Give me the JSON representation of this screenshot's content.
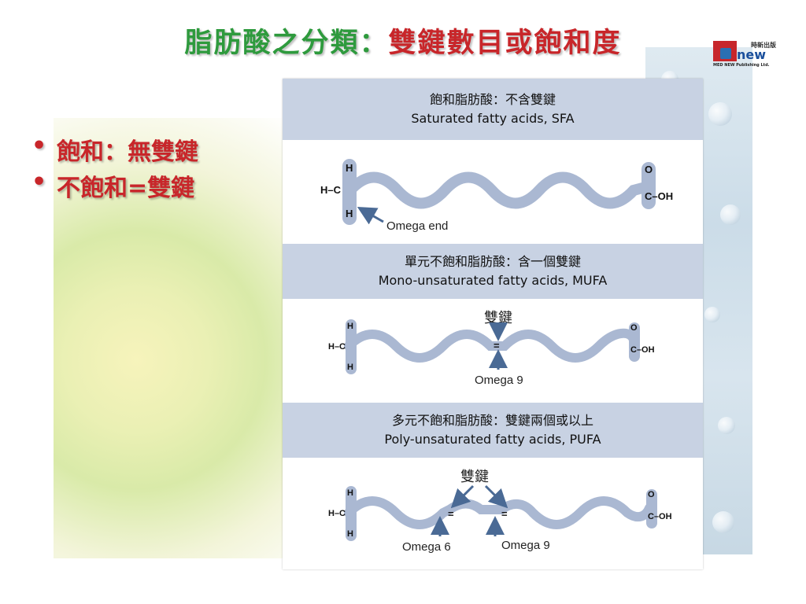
{
  "title": {
    "part1": "脂肪酸之分類：",
    "part2": "雙鍵數目或飽和度"
  },
  "logo": {
    "mark_text": "new",
    "chinese": "時新出版",
    "subtext": "MED NEW Publishing Ltd."
  },
  "bullets": [
    "飽和：無雙鍵",
    "不飽和=雙鍵"
  ],
  "sections": [
    {
      "title_zh": "飽和脂肪酸：不含雙鍵",
      "title_en": "Saturated fatty acids,   SFA",
      "annotations": [
        "Omega end"
      ]
    },
    {
      "title_zh": "單元不飽和脂肪酸：含一個雙鍵",
      "title_en": "Mono-unsaturated fatty acids,   MUFA",
      "annotations": [
        "雙鍵",
        "Omega 9"
      ]
    },
    {
      "title_zh": "多元不飽和脂肪酸：雙鍵兩個或以上",
      "title_en": "Poly-unsaturated fatty acids,   PUFA",
      "annotations": [
        "雙鍵",
        "Omega 6",
        "Omega 9"
      ]
    }
  ],
  "molecule": {
    "h": "H",
    "c": "C",
    "o": "O",
    "h_c": "H–C",
    "c_oh": "C–OH"
  },
  "colors": {
    "title_green": "#2e9a3d",
    "title_red": "#c8262a",
    "header_bg": "#c8d2e3",
    "chain": "#aab8d2",
    "arrow": "#4a6a95"
  }
}
